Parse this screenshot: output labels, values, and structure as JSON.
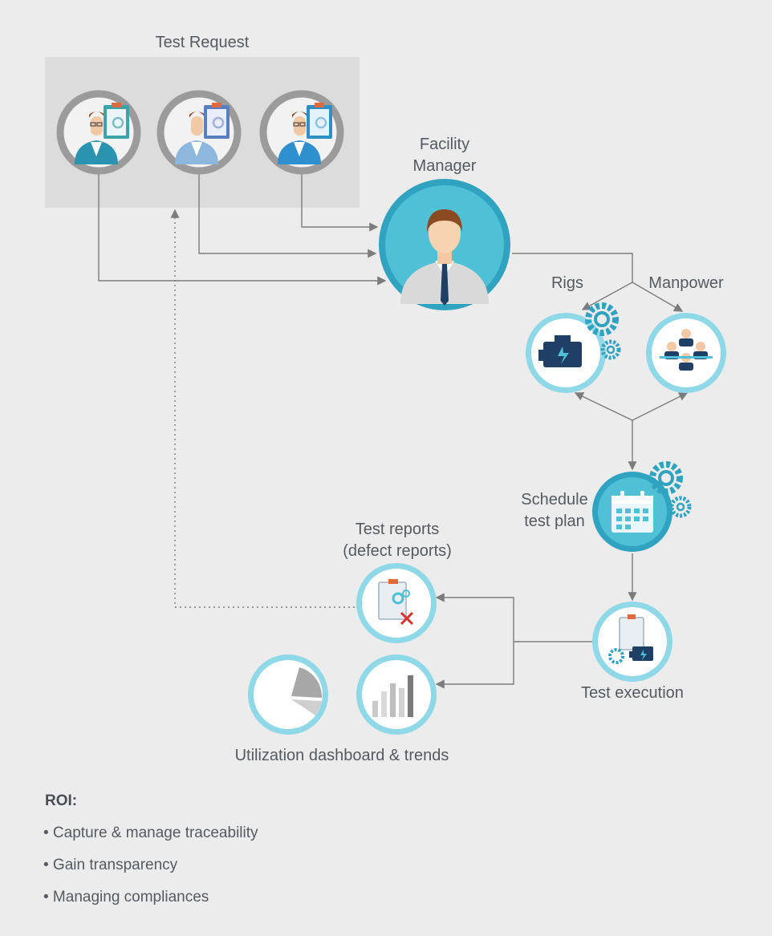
{
  "labels": {
    "test_request": "Test Request",
    "facility_manager": "Facility\nManager",
    "rigs": "Rigs",
    "manpower": "Manpower",
    "schedule": "Schedule\ntest plan",
    "test_reports": "Test reports\n(defect reports)",
    "test_execution": "Test execution",
    "utilization": "Utilization dashboard & trends"
  },
  "roi": {
    "title": "ROI:",
    "items": [
      "• Capture & manage traceability",
      "• Gain transparency",
      "• Managing compliances"
    ]
  },
  "colors": {
    "background": "#ececec",
    "request_panel": "#dcdcdc",
    "ring_gray": "#9b9b9b",
    "teal_dark": "#2fa3bf",
    "teal_mid": "#4fc0d6",
    "teal_light": "#8fd8e8",
    "navy": "#1f3f66",
    "connector": "#7c7c7c"
  },
  "icons": [
    "requester-icon",
    "clipboard-gear-icon",
    "manager-icon",
    "engine-icon",
    "team-icon",
    "gear-icon",
    "calendar-icon",
    "report-defect-icon",
    "bar-chart-icon",
    "pie-chart-icon"
  ]
}
